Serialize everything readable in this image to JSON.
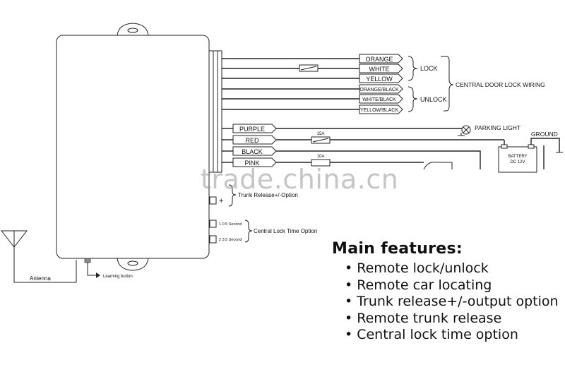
{
  "wires": {
    "orange": "ORANGE",
    "white": "WHITE",
    "yellow": "YELLOW",
    "orange_black": "ORANGE/BLACK",
    "white_black": "WHITE/BLACK",
    "yellow_black": "YELLOW/BLACK",
    "purple": "PURPLE",
    "red": "RED",
    "black": "BLACK",
    "pink": "PINK"
  },
  "labels": {
    "lock": "LOCK",
    "unlock": "UNLOCK",
    "central_door_lock_wiring": "CENTRAL DOOR LOCK WIRING",
    "parking_light": "PARKING LIGHT",
    "ground": "GROUND",
    "battery": "BATTERY",
    "battery_voltage": "DC   12V",
    "fuse_red": "15A",
    "fuse_pink": "10A",
    "trunk_release": "Trunk Release+/-Option",
    "trunk_plus": "+",
    "time_option": "Central Lock Time Option",
    "time_1": "1  0.5 Second",
    "time_2": "2  3.5 Second",
    "antenna": "Antenna",
    "learning_button": "Learning button"
  },
  "features": {
    "title": "Main features:",
    "items": [
      "Remote lock/unlock",
      "Remote car locating",
      "Trunk release+/-output option",
      "Remote trunk release",
      "Central lock time option"
    ]
  },
  "watermark": "trade.china.cn"
}
